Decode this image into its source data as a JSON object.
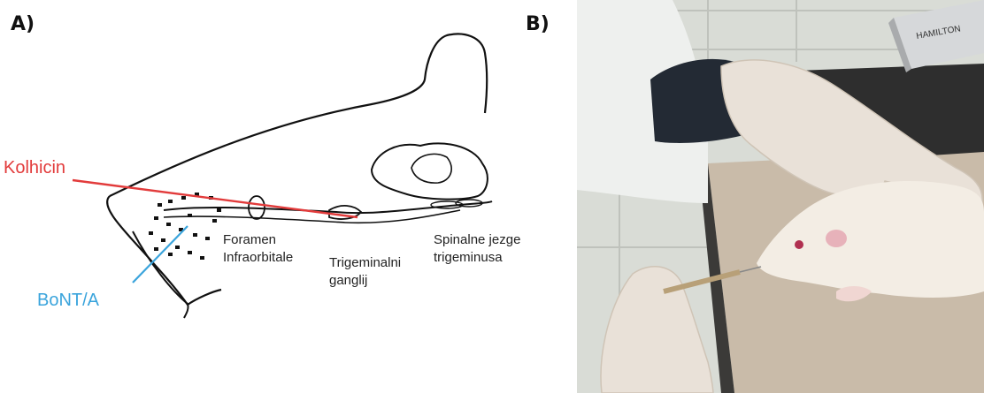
{
  "panels": {
    "a": "A)",
    "b": "B)"
  },
  "labels": {
    "kolhicin": "Kolhicin",
    "bont": "BoNT/A",
    "foramen_1": "Foramen",
    "foramen_2": "Infraorbitale",
    "trig_1": "Trigeminalni",
    "trig_2": "ganglij",
    "spinal_1": "Spinalne jezge",
    "spinal_2": "trigeminusa",
    "box_text": "HAMILTON"
  },
  "colors": {
    "kolhicin": "#e23b3b",
    "bont": "#3aa4dc"
  }
}
